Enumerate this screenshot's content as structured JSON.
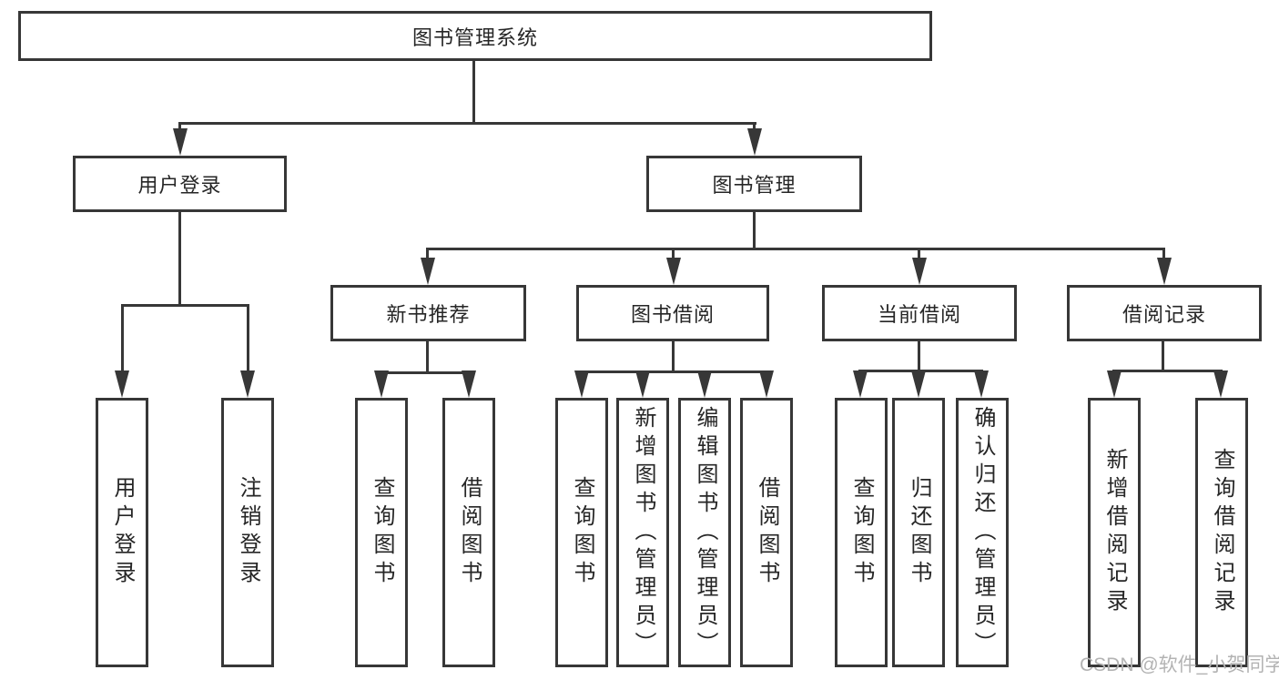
{
  "diagram": {
    "root": {
      "label": "图书管理系统"
    },
    "level1": [
      {
        "label": "用户登录"
      },
      {
        "label": "图书管理"
      }
    ],
    "level2": [
      {
        "label": "新书推荐"
      },
      {
        "label": "图书借阅"
      },
      {
        "label": "当前借阅"
      },
      {
        "label": "借阅记录"
      }
    ],
    "leaves": {
      "user_login": [
        {
          "label": "用户登录"
        },
        {
          "label": "注销登录"
        }
      ],
      "new_books": [
        {
          "label": "查询图书"
        },
        {
          "label": "借阅图书"
        }
      ],
      "book_borrow": [
        {
          "label": "查询图书"
        },
        {
          "label": "新增图书（管理员）"
        },
        {
          "label": "编辑图书（管理员）"
        },
        {
          "label": "借阅图书"
        }
      ],
      "current_borrow": [
        {
          "label": "查询图书"
        },
        {
          "label": "归还图书"
        },
        {
          "label": "确认归还（管理员）"
        }
      ],
      "borrow_records": [
        {
          "label": "新增借阅记录"
        },
        {
          "label": "查询借阅记录"
        }
      ]
    }
  },
  "watermark": {
    "text": "CSDN @软件_小贺同学"
  },
  "colors": {
    "line": "#373737",
    "text": "#262626",
    "watermark": "#b3b3b3",
    "background": "#ffffff"
  }
}
